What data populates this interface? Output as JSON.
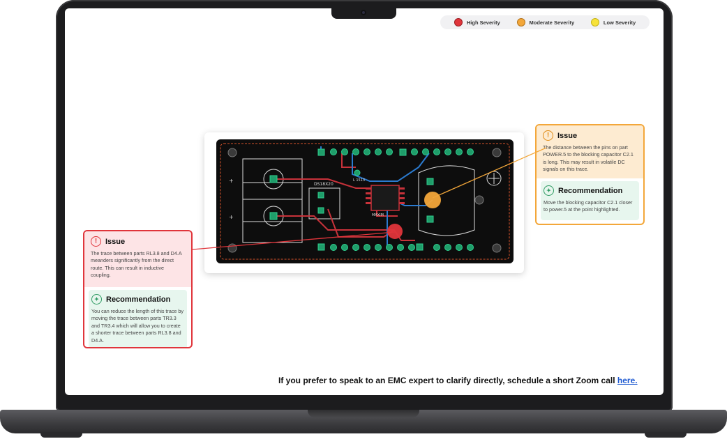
{
  "legend": {
    "items": [
      {
        "label": "High Severity",
        "color": "#e0353b"
      },
      {
        "label": "Moderate Severity",
        "color": "#f3a73a"
      },
      {
        "label": "Low Severity",
        "color": "#f7e23a"
      }
    ]
  },
  "pcb": {
    "labels": {
      "ds": "DS18X20",
      "maxim": "MAXIM",
      "ic": "L 1513"
    }
  },
  "callouts": {
    "high": {
      "issue_title": "Issue",
      "issue_text": "The trace between parts RL3.8 and D4.A meanders significantly from the direct route. This can result in inductive coupling.",
      "rec_title": "Recommendation",
      "rec_text": "You can reduce the length of this trace by moving the trace between parts TR3.3 and TR3.4 which will allow you to create a shorter trace between parts RL3.8 and D4.A."
    },
    "moderate": {
      "issue_title": "Issue",
      "issue_text": "The distance between the pins on part POWER.5 to the blocking capacitor C2.1 is long. This may result in volatile DC signals on this trace.",
      "rec_title": "Recommendation",
      "rec_text": "Move the blocking capacitor C2.1 closer to power.5 at the point highlighted."
    }
  },
  "footer": {
    "text": "If you prefer to speak to an EMC expert to clarify directly, schedule a short Zoom call ",
    "link": "here."
  }
}
